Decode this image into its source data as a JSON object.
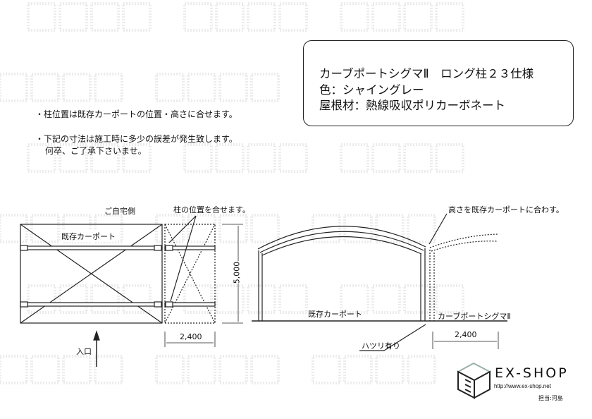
{
  "watermark": "転載禁止",
  "spec": {
    "line1": "カーブポートシグマⅡ　ロング柱２３仕様",
    "line2": "色：シャイングレー",
    "line3": "屋根材：熱線吸収ポリカーボネート"
  },
  "notes": {
    "note1": "・柱位置は既存カーポートの位置・高さに合せます。",
    "note2": "・下記の寸法は施工時に多少の誤差が発生致します。",
    "note3": "何卒、ご了承下さいませ。"
  },
  "plan": {
    "house_side": "ご自宅側",
    "align_posts": "柱の位置を合せます。",
    "existing": "既存カーポート",
    "depth": "5,000",
    "width": "2,400",
    "entrance": "入口"
  },
  "elevation": {
    "match_height": "高さを既存カーポートに合わす。",
    "existing": "既存カーポート",
    "new": "カーブポートシグマⅡ",
    "chipping": "ハツリ有り",
    "width": "2,400"
  },
  "footer": {
    "brand": "EX-SHOP",
    "url": "http://www.ex-shop.net",
    "staff": "担当:河島"
  }
}
